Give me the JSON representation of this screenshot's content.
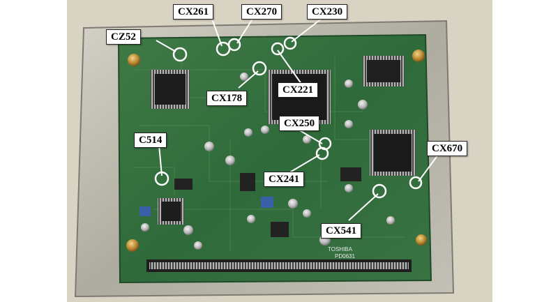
{
  "photo": {
    "board_color": "#2f6a3a",
    "tray_color": "#b9b6ab"
  },
  "board": {
    "print_brand": "TOSHIBA",
    "print_part": "PD0631"
  },
  "labels": {
    "cx261": "CX261",
    "cx270": "CX270",
    "cx230": "CX230",
    "cz52": "CZ52",
    "cx178": "CX178",
    "cx221": "CX221",
    "cx250": "CX250",
    "c514": "C514",
    "cx670": "CX670",
    "cx241": "CX241",
    "cx541": "CX541"
  },
  "marker_color": "#ffffff"
}
